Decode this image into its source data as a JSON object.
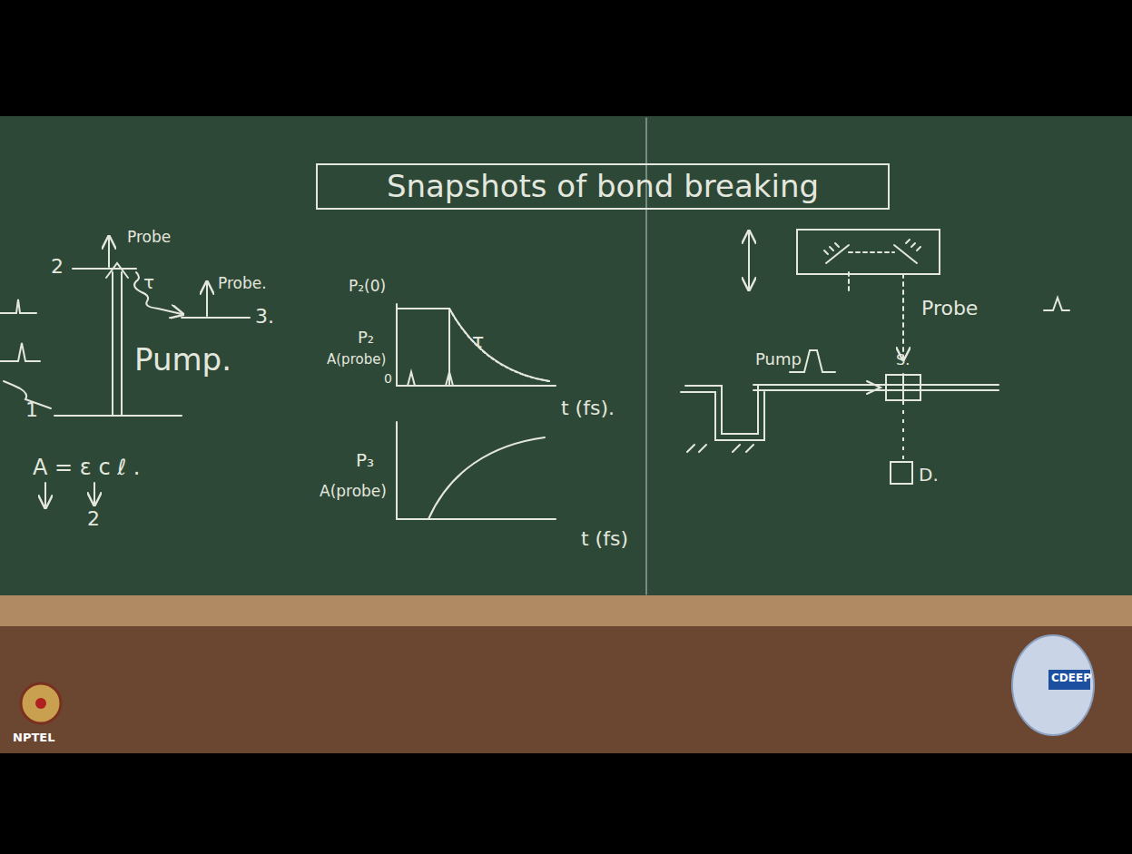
{
  "diagram": {
    "title": "Snapshots of bond breaking",
    "nodes": [
      {
        "text": [
          "S."
        ]
      },
      {
        "text": [
          "D."
        ]
      }
    ],
    "edges": [
      {
        "from": 0,
        "to": 1,
        "arrow": "none"
      }
    ],
    "labels": [
      "Probe",
      "2",
      "τ",
      "Probe.",
      "3.",
      "Pump.",
      "1",
      "A = ε c ℓ .",
      "2",
      "P₂(0)",
      "P₂",
      "A(probe)",
      "0",
      "τ",
      "t (fs).",
      "P₃",
      "A(probe)",
      "t (fs)",
      "Probe",
      "Pump",
      "NPTEL",
      "CDEEP"
    ]
  }
}
